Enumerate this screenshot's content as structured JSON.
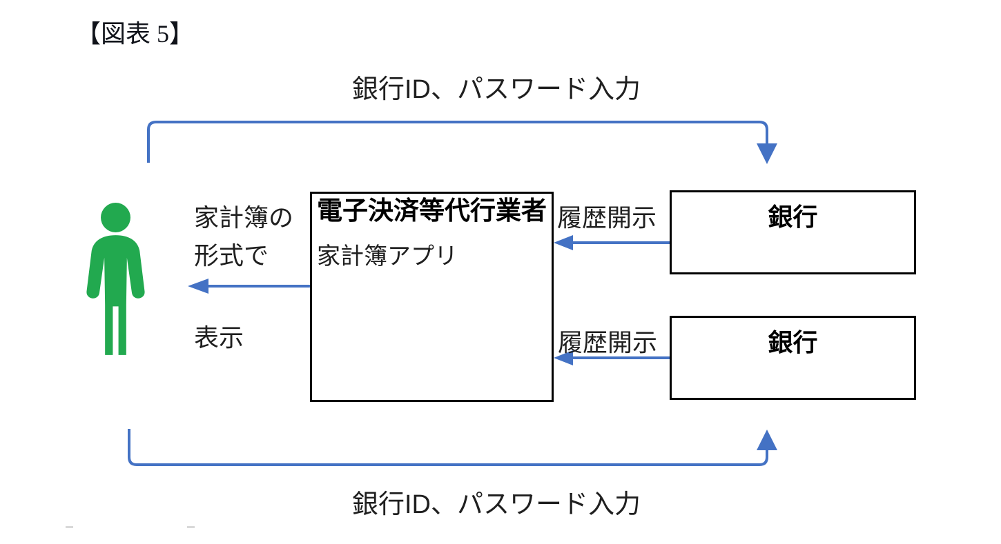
{
  "figure": {
    "title": "【図表 5】",
    "top_flow_label": "銀行ID、パスワード入力",
    "bottom_flow_label": "銀行ID、パスワード入力",
    "display_flow": {
      "line1": "家計簿の",
      "line2": "形式で",
      "line3": "表示"
    },
    "agency": {
      "name": "電子決済等代行業者",
      "app": "家計簿アプリ"
    },
    "banks": [
      {
        "name": "銀行",
        "flow_label": "履歴開示"
      },
      {
        "name": "銀行",
        "flow_label": "履歴開示"
      }
    ],
    "colors": {
      "arrow_blue": "#4472C4",
      "person_green": "#22A94F",
      "box_border": "#000000",
      "text": "#1F1F1F"
    }
  }
}
